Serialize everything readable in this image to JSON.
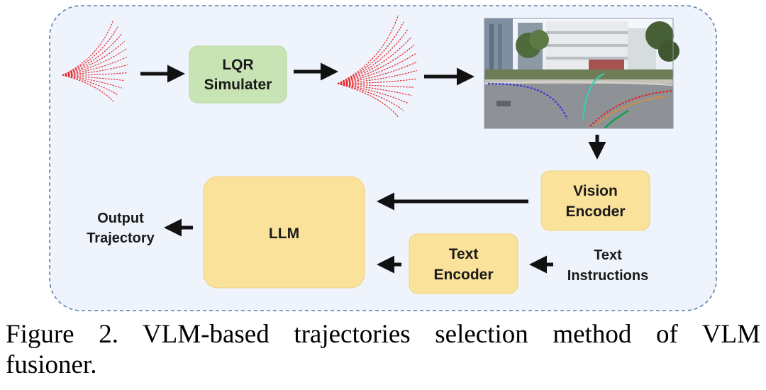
{
  "diagram": {
    "nodes": {
      "lqr": {
        "line1": "LQR",
        "line2": "Simulater",
        "fill": "#c9e4b4"
      },
      "vision": {
        "line1": "Vision",
        "line2": "Encoder",
        "fill": "#fbe29a"
      },
      "text_enc": {
        "line1": "Text",
        "line2": "Encoder",
        "fill": "#fbe29a"
      },
      "llm": {
        "label": "LLM",
        "fill": "#fbe29a"
      }
    },
    "labels": {
      "output_line1": "Output",
      "output_line2": "Trajectory",
      "text_instr_line1": "Text",
      "text_instr_line2": "Instructions"
    },
    "colors": {
      "container_fill": "#eef3fc",
      "container_border": "#5d7fa8",
      "trajectory_red": "#e8282b",
      "arrow": "#111111"
    }
  },
  "caption": {
    "line1": "Figure 2.  VLM-based trajectories selection method of VLM",
    "line2": "fusioner."
  }
}
